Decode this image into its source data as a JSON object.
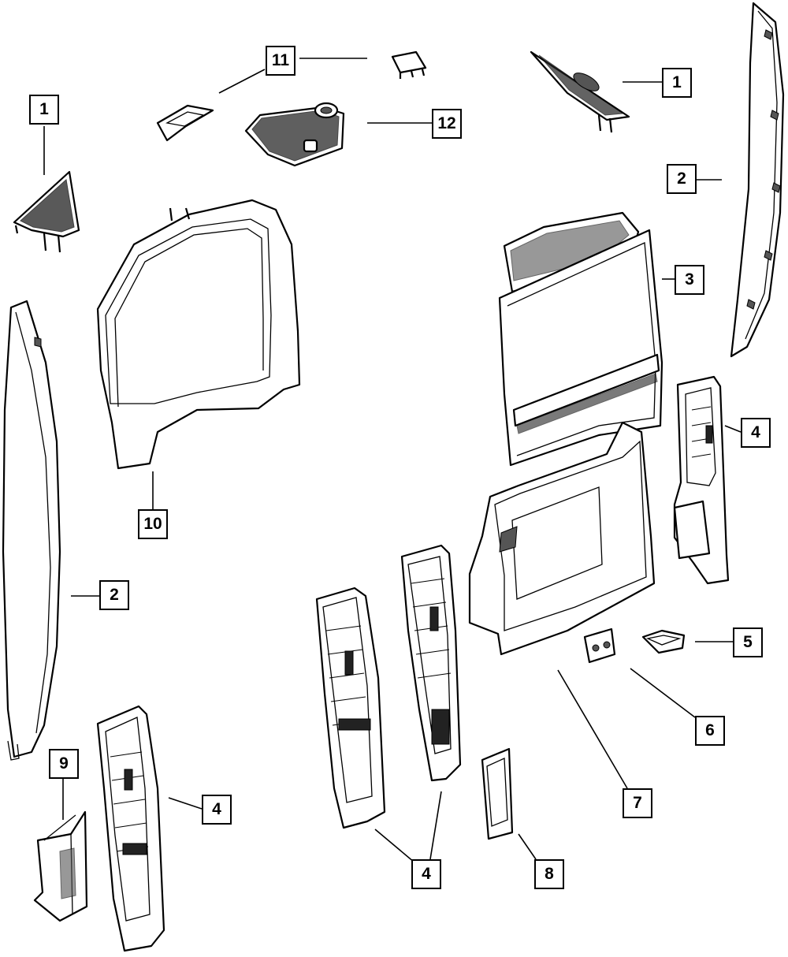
{
  "diagram": {
    "callouts": [
      {
        "id": "c-1-left",
        "label": "1"
      },
      {
        "id": "c-1-right",
        "label": "1"
      },
      {
        "id": "c-11",
        "label": "11"
      },
      {
        "id": "c-12",
        "label": "12"
      },
      {
        "id": "c-2-right",
        "label": "2"
      },
      {
        "id": "c-2-left",
        "label": "2"
      },
      {
        "id": "c-3",
        "label": "3"
      },
      {
        "id": "c-4-right",
        "label": "4"
      },
      {
        "id": "c-4-left",
        "label": "4"
      },
      {
        "id": "c-4-center",
        "label": "4"
      },
      {
        "id": "c-5",
        "label": "5"
      },
      {
        "id": "c-6",
        "label": "6"
      },
      {
        "id": "c-7",
        "label": "7"
      },
      {
        "id": "c-8",
        "label": "8"
      },
      {
        "id": "c-9",
        "label": "9"
      },
      {
        "id": "c-10",
        "label": "10"
      }
    ]
  }
}
